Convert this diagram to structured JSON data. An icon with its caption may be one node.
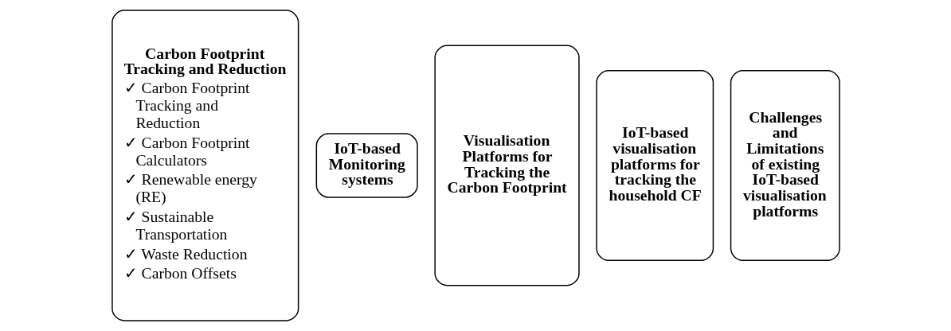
{
  "diagram": {
    "nodes": [
      {
        "text": [
          "Carbon Footprint Tracking and Reduction",
          "✓ Carbon Footprint Tracking and Reduction",
          "✓ Carbon Footprint Calculators",
          "✓ Renewable energy (RE)",
          "✓ Sustainable Transportation",
          "✓ Waste Reduction",
          "✓ Carbon Offsets"
        ]
      },
      {
        "text": [
          "IoT-based Monitoring systems"
        ]
      },
      {
        "text": [
          "Visualisation Platforms for Tracking the Carbon Footprint"
        ]
      },
      {
        "text": [
          "IoT-based visualisation platforms for tracking the household CF"
        ]
      },
      {
        "text": [
          "Challenges and Limitations of existing IoT-based visualisation platforms"
        ]
      }
    ]
  }
}
